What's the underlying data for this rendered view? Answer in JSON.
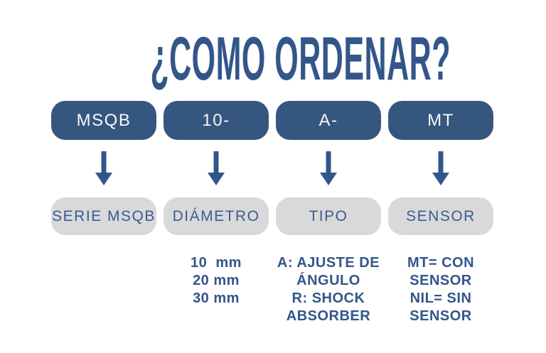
{
  "title": "¿COMO ORDENAR?",
  "colors": {
    "title_blue": "#33568A",
    "pill_blue": "#35577F",
    "pill_gray": "#D9D9D9",
    "pill_text_white": "#F7F7F7",
    "detail_text_blue": "#33568A",
    "background": "#FFFFFF"
  },
  "icons": {
    "down_arrow": "↓"
  },
  "columns": [
    {
      "code": "MSQB",
      "label": "SERIE MSQB",
      "detail": ""
    },
    {
      "code": "10-",
      "label": "DIÁMETRO",
      "detail": "10  mm\n20 mm\n30 mm"
    },
    {
      "code": "A-",
      "label": "TIPO",
      "detail": "A: AJUSTE DE\nÁNGULO\nR: SHOCK\nABSORBER"
    },
    {
      "code": "MT",
      "label": "SENSOR",
      "detail": "MT= CON\nSENSOR\nNIL= SIN\nSENSOR"
    }
  ]
}
